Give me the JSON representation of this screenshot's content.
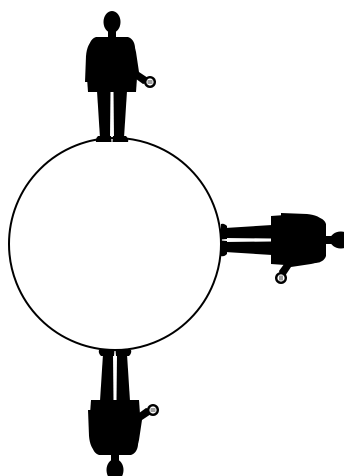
{
  "colors": {
    "background": "#ffffff",
    "ink": "#000000",
    "highlight": "#ffffff"
  },
  "diagram": {
    "globe": {
      "shape": "circle",
      "fill": "none"
    },
    "people": [
      {
        "name": "person-top",
        "pose": "standing-upright"
      },
      {
        "name": "person-right",
        "pose": "standing-sideways"
      },
      {
        "name": "person-bottom",
        "pose": "standing-upside-down"
      }
    ]
  }
}
